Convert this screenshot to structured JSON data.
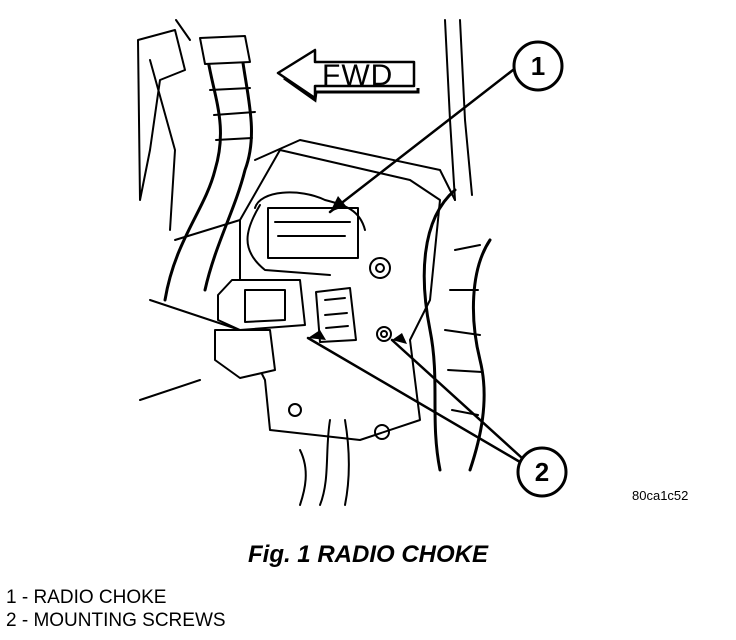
{
  "figure": {
    "fwd_label": "FWD",
    "callouts": [
      "1",
      "2"
    ],
    "figure_code": "80ca1c52"
  },
  "caption": "Fig. 1 RADIO CHOKE",
  "legend": [
    "1 - RADIO CHOKE",
    "2 - MOUNTING SCREWS"
  ]
}
